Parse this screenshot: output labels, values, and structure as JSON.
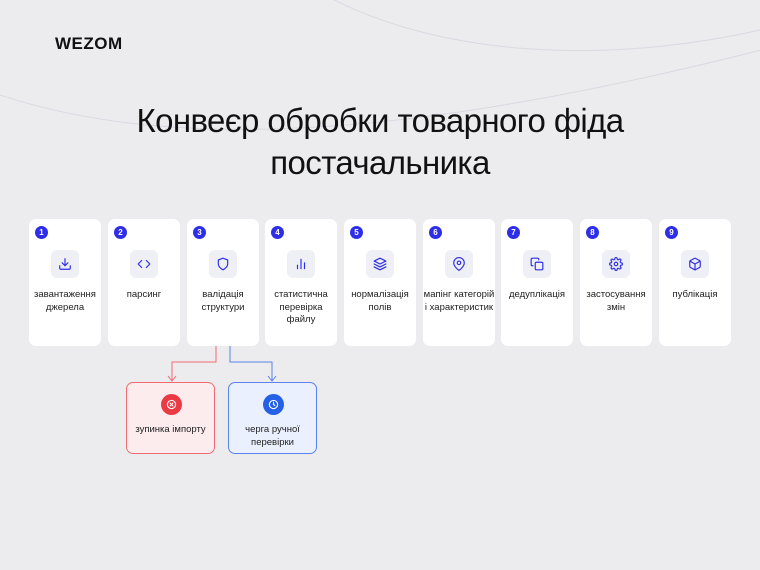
{
  "brand": {
    "logo_text": "WEZOM"
  },
  "title": {
    "line1": "Конвеєр обробки товарного фіда",
    "line2": "постачальника"
  },
  "colors": {
    "accent": "#2e2ee8",
    "stop": "#ea3b44",
    "queue": "#2461e6",
    "background": "#ececee"
  },
  "steps": [
    {
      "num": "1",
      "icon": "download-icon",
      "label": "завантаження джерела"
    },
    {
      "num": "2",
      "icon": "code-icon",
      "label": "парсинг"
    },
    {
      "num": "3",
      "icon": "shield-icon",
      "label": "валідація структури"
    },
    {
      "num": "4",
      "icon": "bar-chart-icon",
      "label": "статистична перевірка файлу"
    },
    {
      "num": "5",
      "icon": "layers-icon",
      "label": "нормалізація полів"
    },
    {
      "num": "6",
      "icon": "map-pin-icon",
      "label": "мапінг категорій і характеристик"
    },
    {
      "num": "7",
      "icon": "copy-icon",
      "label": "дедуплікація"
    },
    {
      "num": "8",
      "icon": "gear-icon",
      "label": "застосування змін"
    },
    {
      "num": "9",
      "icon": "package-icon",
      "label": "публікація"
    }
  ],
  "branches": {
    "stop": {
      "icon": "x-circle-icon",
      "label": "зупинка імпорту"
    },
    "queue": {
      "icon": "clock-icon",
      "label": "черга ручної перевірки"
    }
  }
}
